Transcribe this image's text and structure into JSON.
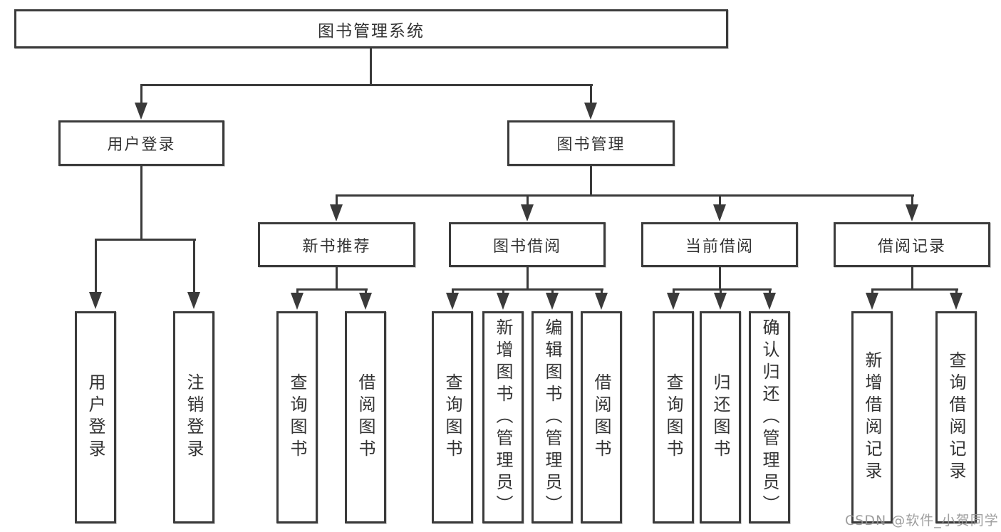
{
  "diagram": {
    "title": "图书管理系统",
    "root": {
      "label": "图书管理系统"
    },
    "level2": [
      {
        "label": "用户登录"
      },
      {
        "label": "图书管理"
      }
    ],
    "level3": [
      {
        "label": "新书推荐"
      },
      {
        "label": "图书借阅"
      },
      {
        "label": "当前借阅"
      },
      {
        "label": "借阅记录"
      }
    ],
    "leaves": {
      "user_login": [
        {
          "label": "用户登录"
        },
        {
          "label": "注销登录"
        }
      ],
      "new_book": [
        {
          "label": "查询图书"
        },
        {
          "label": "借阅图书"
        }
      ],
      "book_borrow": [
        {
          "label": "查询图书"
        },
        {
          "label": "新增图书（管理员）"
        },
        {
          "label": "编辑图书（管理员）"
        },
        {
          "label": "借阅图书"
        }
      ],
      "current_borrow": [
        {
          "label": "查询图书"
        },
        {
          "label": "归还图书"
        },
        {
          "label": "确认归还（管理员）"
        }
      ],
      "borrow_record": [
        {
          "label": "新增借阅记录"
        },
        {
          "label": "查询借阅记录"
        }
      ]
    },
    "watermark": "CSDN @软件_小贺同学",
    "colors": {
      "line": "#3a3a3a",
      "border": "#3b3b3b",
      "text": "#333333",
      "watermark": "#949494",
      "background": "#ffffff"
    }
  }
}
